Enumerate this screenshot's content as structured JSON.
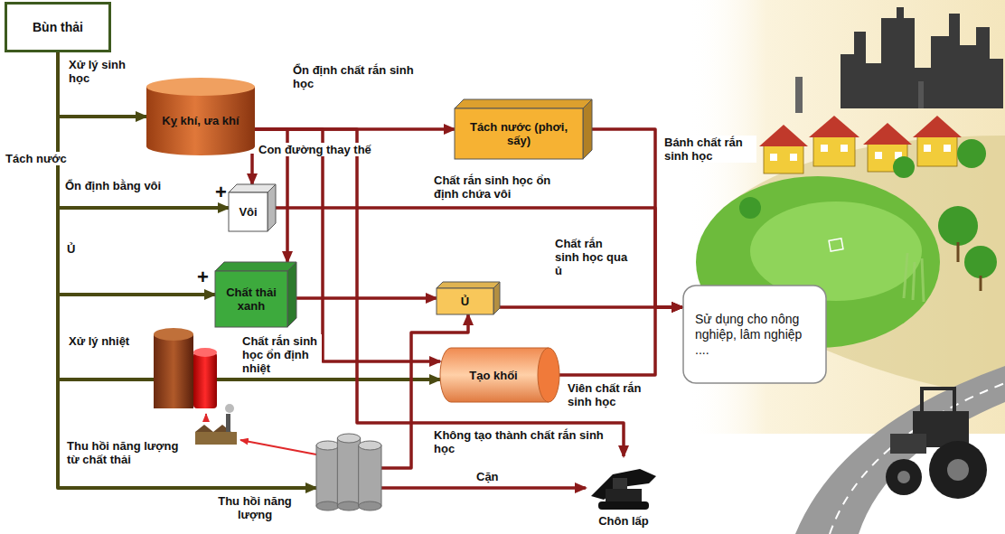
{
  "diagram": {
    "nodes": [
      {
        "text": [
          "Bùn thải"
        ]
      },
      {
        "text": [
          "Kỵ khí, ưa khí"
        ]
      },
      {
        "text": [
          "Tách nước (phơi, sấy)"
        ]
      },
      {
        "text": [
          "Vôi"
        ]
      },
      {
        "text": [
          "Chất thải xanh"
        ]
      },
      {
        "text": [
          "Ủ"
        ]
      },
      {
        "text": [
          "Tạo khối"
        ]
      },
      {
        "text": [
          "Thu hồi năng lượng"
        ]
      },
      {
        "text": [
          "Chôn lấp"
        ]
      },
      {
        "text": [
          "Sử dụng cho nông nghiệp, lâm nghiệp ...."
        ]
      }
    ],
    "edges": [
      {
        "from": 0,
        "to": 1,
        "arrow": "to",
        "label": "Xử lý sinh học"
      },
      {
        "from": 1,
        "to": 2,
        "arrow": "to",
        "label": "Ổn định chất rắn sinh học"
      },
      {
        "from": 0,
        "to": 3,
        "arrow": "to",
        "label": "Ổn định bằng vôi"
      },
      {
        "from": 0,
        "to": 4,
        "arrow": "to",
        "label": "Ủ"
      },
      {
        "from": 0,
        "to": 6,
        "arrow": "to",
        "label": "Xử lý nhiệt"
      },
      {
        "from": 0,
        "to": 7,
        "arrow": "to",
        "label": "Thu hồi năng lượng từ chất thải"
      },
      {
        "from": 1,
        "to": 3,
        "arrow": "to",
        "label": "Con đường thay thế"
      },
      {
        "from": 1,
        "to": 4,
        "arrow": "to"
      },
      {
        "from": 1,
        "to": 6,
        "arrow": "to"
      },
      {
        "from": 1,
        "to": 8,
        "arrow": "to",
        "label": "Không tạo thành chất rắn sinh học"
      },
      {
        "from": 2,
        "to": 9,
        "arrow": "to",
        "label": "Bánh chất rắn sinh học"
      },
      {
        "from": 3,
        "to": 9,
        "arrow": "to",
        "label": "Chất rắn sinh học ổn định chứa vôi"
      },
      {
        "from": 4,
        "to": 5,
        "arrow": "to"
      },
      {
        "from": 5,
        "to": 9,
        "arrow": "to",
        "label": "Chất rắn sinh học qua ủ"
      },
      {
        "from": 6,
        "to": 9,
        "arrow": "to",
        "label": "Viên chất rắn sinh học"
      },
      {
        "from": 7,
        "to": 8,
        "arrow": "to",
        "label": "Cặn"
      },
      {
        "from": 7,
        "to": 5,
        "arrow": "to"
      }
    ],
    "labels": [
      "Tách nước",
      "Chất rắn sinh học ổn định nhiệt",
      "+",
      "+"
    ]
  }
}
